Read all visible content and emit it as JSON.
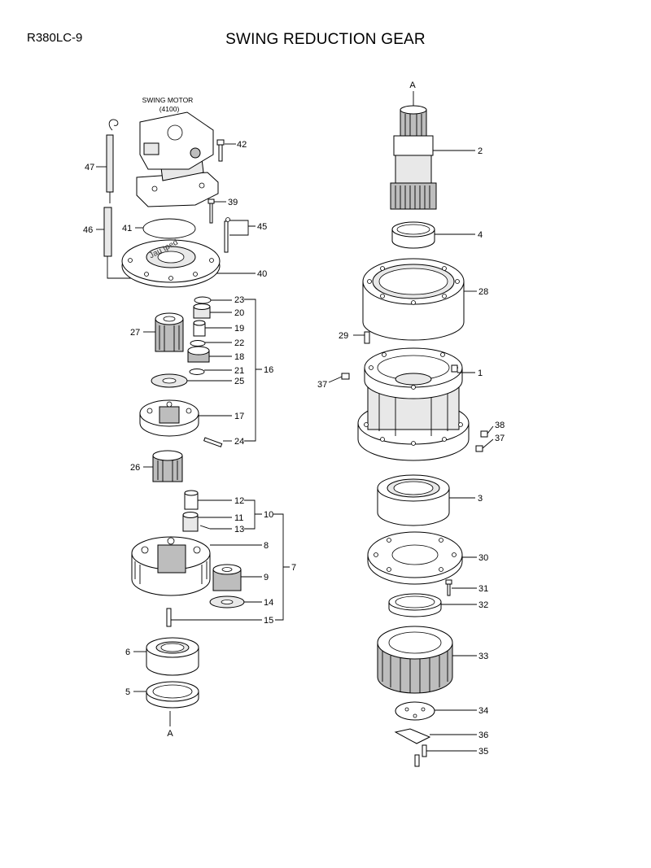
{
  "header": {
    "model": "R380LC-9",
    "title": "SWING REDUCTION GEAR"
  },
  "captions": {
    "motor_line1": "SWING MOTOR",
    "motor_line2": "(4100)",
    "ref_top": "A",
    "ref_bottom": "A",
    "stamp": "Jau tped"
  },
  "callouts": [
    "1",
    "2",
    "3",
    "4",
    "5",
    "6",
    "7",
    "8",
    "9",
    "10",
    "11",
    "12",
    "13",
    "14",
    "15",
    "16",
    "17",
    "18",
    "19",
    "20",
    "21",
    "22",
    "23",
    "24",
    "25",
    "26",
    "27",
    "28",
    "29",
    "30",
    "31",
    "32",
    "33",
    "34",
    "35",
    "36",
    "37",
    "38",
    "39",
    "40",
    "41",
    "42",
    "45",
    "46",
    "47"
  ]
}
